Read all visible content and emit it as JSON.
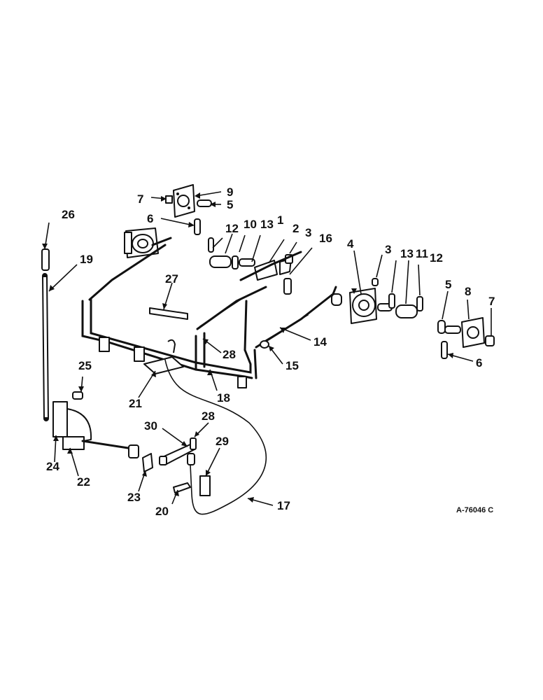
{
  "reference": "A-76046 C",
  "callouts": [
    {
      "id": "c9",
      "label": "9"
    },
    {
      "id": "c7a",
      "label": "7"
    },
    {
      "id": "c5a",
      "label": "5"
    },
    {
      "id": "c6a",
      "label": "6"
    },
    {
      "id": "c26",
      "label": "26"
    },
    {
      "id": "c19",
      "label": "19"
    },
    {
      "id": "c12a",
      "label": "12"
    },
    {
      "id": "c10",
      "label": "10"
    },
    {
      "id": "c13a",
      "label": "13"
    },
    {
      "id": "c1",
      "label": "1"
    },
    {
      "id": "c2",
      "label": "2"
    },
    {
      "id": "c3a",
      "label": "3"
    },
    {
      "id": "c16",
      "label": "16"
    },
    {
      "id": "c4",
      "label": "4"
    },
    {
      "id": "c3b",
      "label": "3"
    },
    {
      "id": "c13b",
      "label": "13"
    },
    {
      "id": "c11",
      "label": "11"
    },
    {
      "id": "c12b",
      "label": "12"
    },
    {
      "id": "c27",
      "label": "27"
    },
    {
      "id": "c5b",
      "label": "5"
    },
    {
      "id": "c8",
      "label": "8"
    },
    {
      "id": "c7b",
      "label": "7"
    },
    {
      "id": "c14",
      "label": "14"
    },
    {
      "id": "c28a",
      "label": "28"
    },
    {
      "id": "c15",
      "label": "15"
    },
    {
      "id": "c6b",
      "label": "6"
    },
    {
      "id": "c25",
      "label": "25"
    },
    {
      "id": "c21",
      "label": "21"
    },
    {
      "id": "c18",
      "label": "18"
    },
    {
      "id": "c28b",
      "label": "28"
    },
    {
      "id": "c30",
      "label": "30"
    },
    {
      "id": "c29",
      "label": "29"
    },
    {
      "id": "c24",
      "label": "24"
    },
    {
      "id": "c22",
      "label": "22"
    },
    {
      "id": "c23",
      "label": "23"
    },
    {
      "id": "c20",
      "label": "20"
    },
    {
      "id": "c17",
      "label": "17"
    }
  ]
}
